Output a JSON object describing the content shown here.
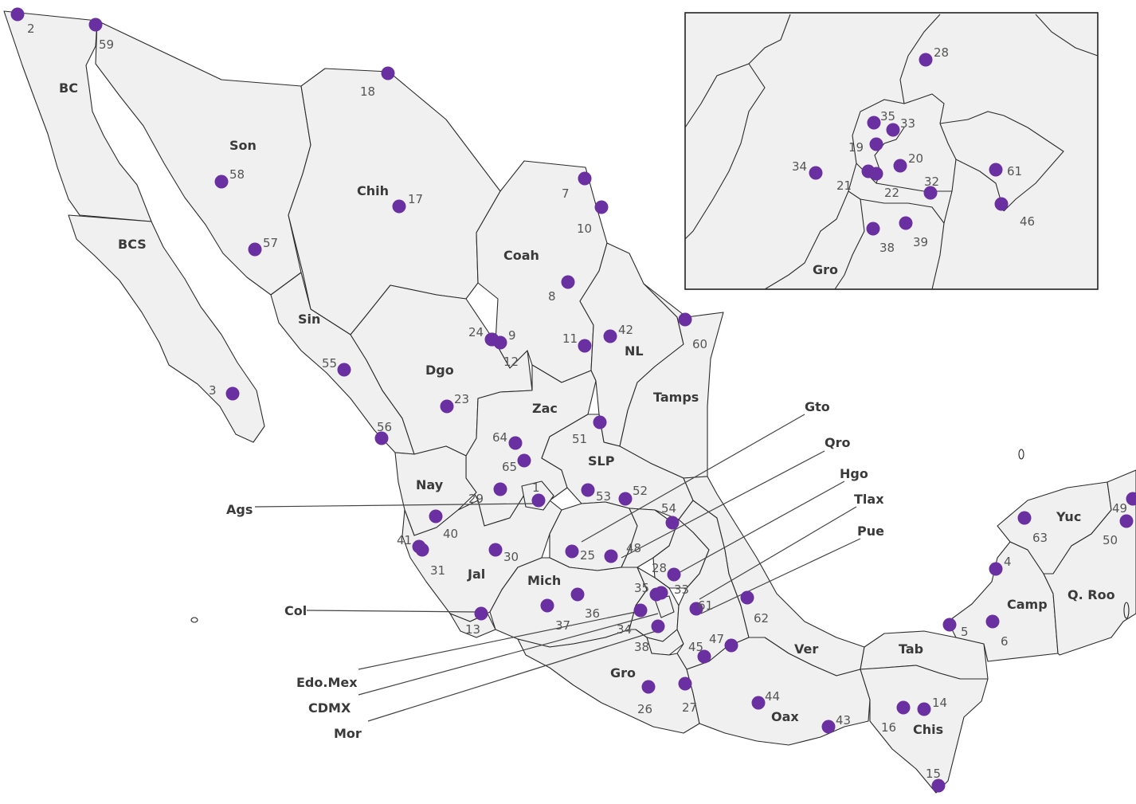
{
  "colors": {
    "land": "#f0f0f0",
    "border": "#2b2b2b",
    "marker": "#6a2fa0",
    "number_text": "#555555",
    "label_text": "#3a3a3a"
  },
  "states": {
    "BC": "BC",
    "BCS": "BCS",
    "Son": "Son",
    "Chih": "Chih",
    "Coah": "Coah",
    "Sin": "Sin",
    "Dgo": "Dgo",
    "NL": "NL",
    "Tamps": "Tamps",
    "Zac": "Zac",
    "SLP": "SLP",
    "Nay": "Nay",
    "Jal": "Jal",
    "Mich": "Mich",
    "Gro": "Gro",
    "Oax": "Oax",
    "Ver": "Ver",
    "Tab": "Tab",
    "Chis": "Chis",
    "Camp": "Camp",
    "Yuc": "Yuc",
    "QRoo": "Q. Roo"
  },
  "callouts": {
    "Ags": "Ags",
    "Col": "Col",
    "EdoMex": "Edo.Mex",
    "CDMX": "CDMX",
    "Mor": "Mor",
    "Gto": "Gto",
    "Qro": "Qro",
    "Hgo": "Hgo",
    "Tlax": "Tlax",
    "Pue": "Pue"
  },
  "inset": {
    "gro_label": "Gro"
  },
  "sites_main": [
    {
      "n": "1"
    },
    {
      "n": "2"
    },
    {
      "n": "3"
    },
    {
      "n": "4"
    },
    {
      "n": "5"
    },
    {
      "n": "6"
    },
    {
      "n": "7"
    },
    {
      "n": "8"
    },
    {
      "n": "9"
    },
    {
      "n": "10"
    },
    {
      "n": "11"
    },
    {
      "n": "12"
    },
    {
      "n": "13"
    },
    {
      "n": "14"
    },
    {
      "n": "15"
    },
    {
      "n": "16"
    },
    {
      "n": "17"
    },
    {
      "n": "18"
    },
    {
      "n": "23"
    },
    {
      "n": "24"
    },
    {
      "n": "25"
    },
    {
      "n": "26"
    },
    {
      "n": "27"
    },
    {
      "n": "28"
    },
    {
      "n": "29"
    },
    {
      "n": "30"
    },
    {
      "n": "31"
    },
    {
      "n": "33"
    },
    {
      "n": "34"
    },
    {
      "n": "35"
    },
    {
      "n": "36"
    },
    {
      "n": "37"
    },
    {
      "n": "38"
    },
    {
      "n": "40"
    },
    {
      "n": "41"
    },
    {
      "n": "42"
    },
    {
      "n": "43"
    },
    {
      "n": "44"
    },
    {
      "n": "45"
    },
    {
      "n": "47"
    },
    {
      "n": "48"
    },
    {
      "n": "49"
    },
    {
      "n": "50"
    },
    {
      "n": "51"
    },
    {
      "n": "52"
    },
    {
      "n": "53"
    },
    {
      "n": "54"
    },
    {
      "n": "55"
    },
    {
      "n": "56"
    },
    {
      "n": "57"
    },
    {
      "n": "58"
    },
    {
      "n": "59"
    },
    {
      "n": "60"
    },
    {
      "n": "61"
    },
    {
      "n": "62"
    },
    {
      "n": "63"
    },
    {
      "n": "64"
    },
    {
      "n": "65"
    }
  ],
  "sites_inset": [
    {
      "n": "19"
    },
    {
      "n": "20"
    },
    {
      "n": "21"
    },
    {
      "n": "22"
    },
    {
      "n": "28"
    },
    {
      "n": "32"
    },
    {
      "n": "33"
    },
    {
      "n": "34"
    },
    {
      "n": "35"
    },
    {
      "n": "38"
    },
    {
      "n": "39"
    },
    {
      "n": "46"
    },
    {
      "n": "61"
    }
  ]
}
